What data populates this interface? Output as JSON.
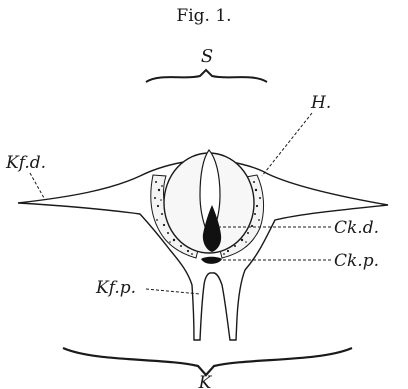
{
  "figure": {
    "title": "Fig. 1.",
    "labels": {
      "top_brace": "S",
      "bottom_brace": "K",
      "H": "H.",
      "Kfd": "Kf.d.",
      "Ckd": "Ck.d.",
      "Ckp": "Ck.p.",
      "Kfp": "Kf.p."
    }
  },
  "colors": {
    "ink": "#1a1a1a",
    "paper": "#ffffff",
    "stipple_fill": "#f4f4f4",
    "globe_fill": "#f7f7f7",
    "dark_mass": "#111111"
  }
}
